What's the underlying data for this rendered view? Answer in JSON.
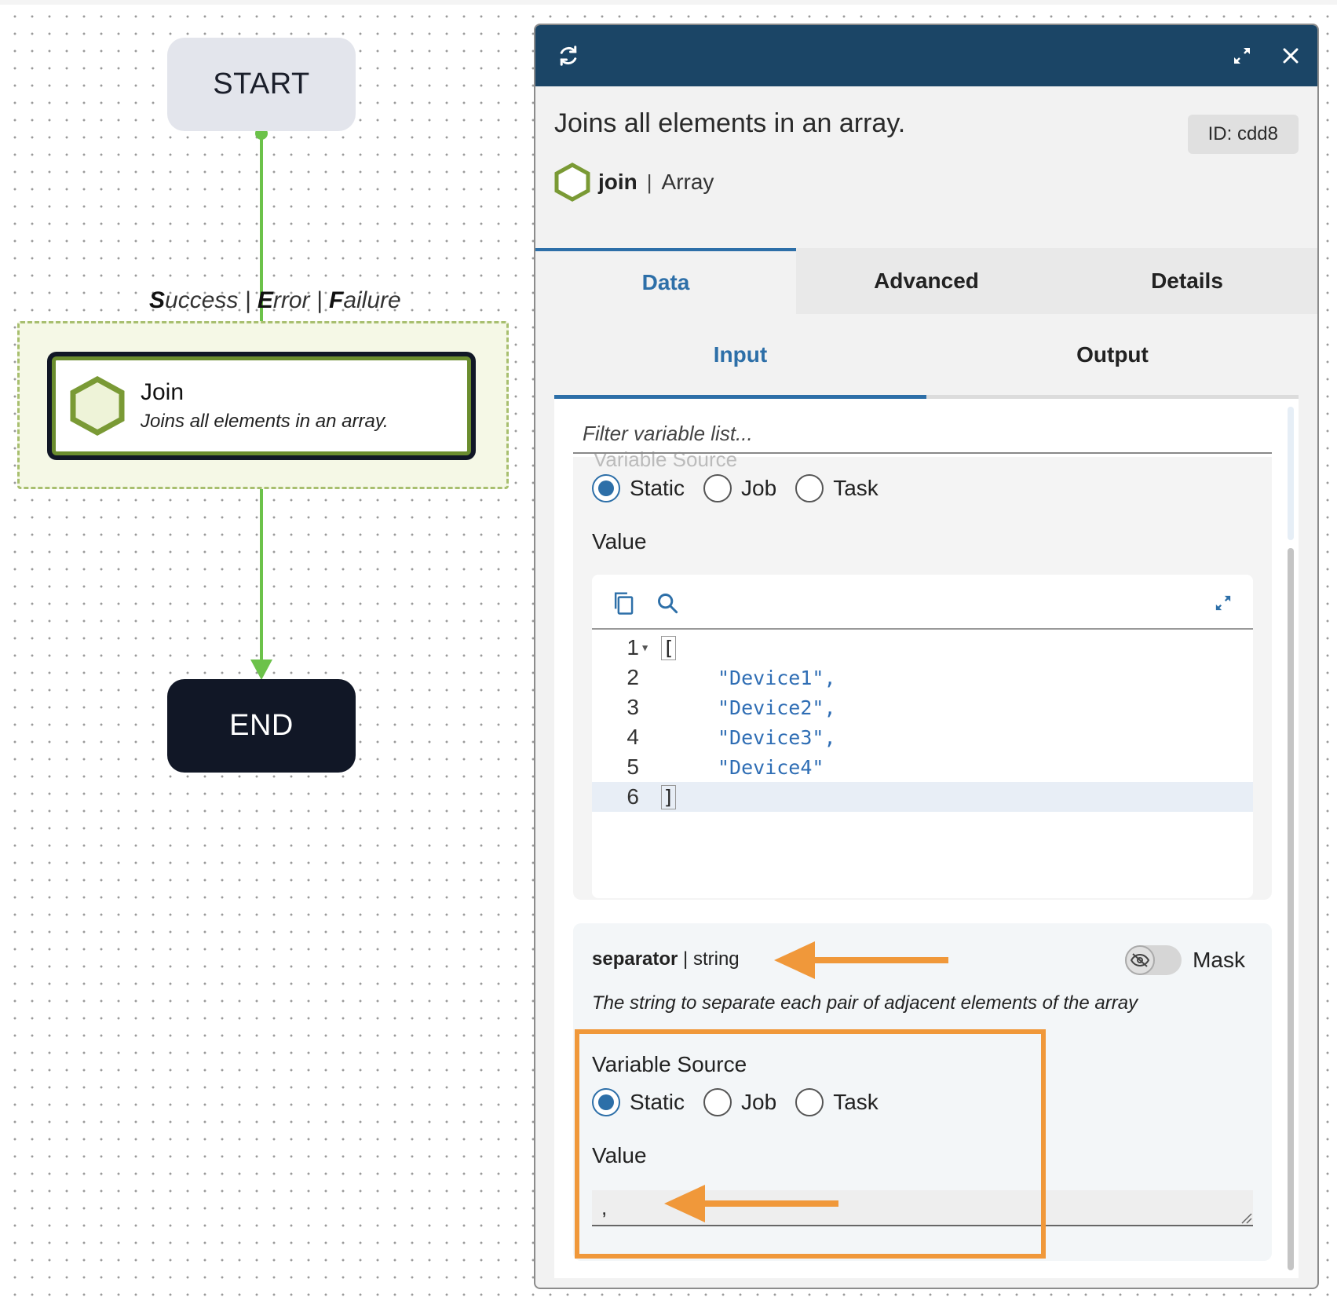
{
  "canvas": {
    "start_label": "START",
    "end_label": "END",
    "edge_label": {
      "success": "S",
      "success_rest": "uccess | ",
      "error": "E",
      "error_rest": "rror | ",
      "failure": "F",
      "failure_rest": "ailure"
    },
    "task": {
      "title": "Join",
      "description": "Joins all elements in an array."
    }
  },
  "panel": {
    "header": {
      "refresh_icon": "refresh-icon",
      "expand_icon": "expand-icon",
      "close_icon": "close-icon"
    },
    "summary": {
      "title": "Joins all elements in an array.",
      "id_badge": "ID: cdd8",
      "method": "join",
      "separator": "|",
      "category": "Array"
    },
    "tabs": [
      {
        "label": "Data",
        "active": true
      },
      {
        "label": "Advanced",
        "active": false
      },
      {
        "label": "Details",
        "active": false
      }
    ],
    "sub_tabs": [
      {
        "label": "Input",
        "active": true
      },
      {
        "label": "Output",
        "active": false
      }
    ],
    "filter": {
      "placeholder": "Filter variable list..."
    },
    "first_param": {
      "cut_off_label": "Variable Source",
      "sources": [
        "Static",
        "Job",
        "Task"
      ],
      "selected_source": "Static",
      "value_label": "Value",
      "editor": {
        "lines": [
          {
            "num": "1",
            "text": "["
          },
          {
            "num": "2",
            "text": "\"Device1\","
          },
          {
            "num": "3",
            "text": "\"Device2\","
          },
          {
            "num": "4",
            "text": "\"Device3\","
          },
          {
            "num": "5",
            "text": "\"Device4\""
          },
          {
            "num": "6",
            "text": "]"
          }
        ]
      }
    },
    "separator_param": {
      "name": "separator",
      "type_sep": " | ",
      "type": "string",
      "mask_label": "Mask",
      "mask_enabled": false,
      "description": "The string to separate each pair of adjacent elements of the array",
      "source_label": "Variable Source",
      "sources": [
        "Static",
        "Job",
        "Task"
      ],
      "selected_source": "Static",
      "value_label": "Value",
      "value": ","
    }
  },
  "colors": {
    "accent": "#2d6fa8",
    "header": "#1b4566",
    "highlight": "#f0983a",
    "edge": "#6cc24a",
    "node_green": "#6b8d2e"
  }
}
